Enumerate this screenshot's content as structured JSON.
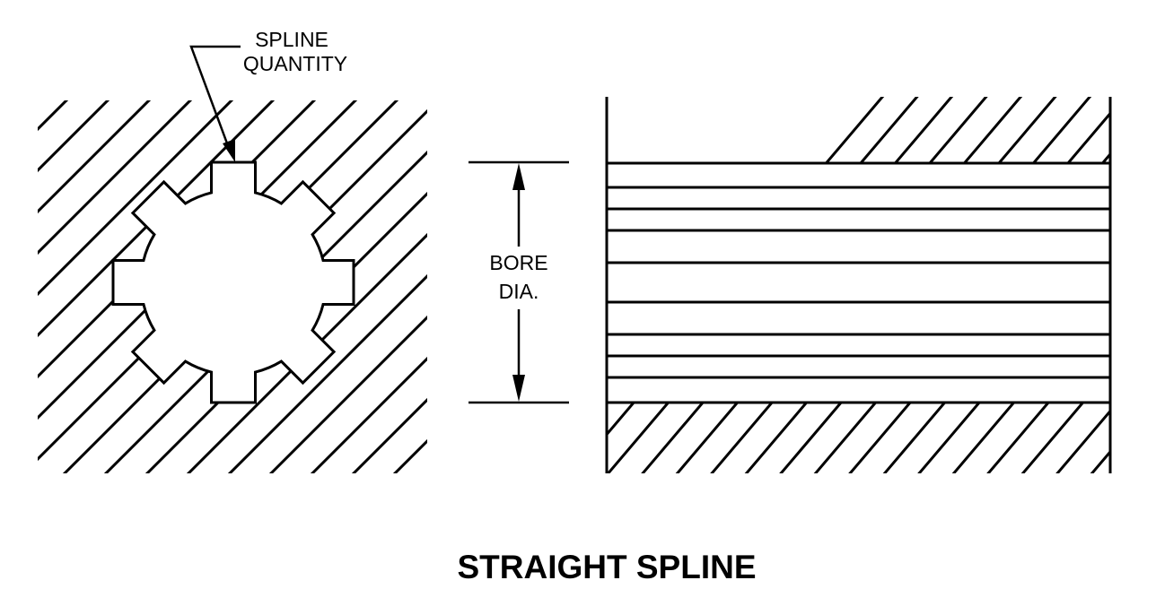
{
  "title": "STRAIGHT SPLINE",
  "leader_label": {
    "line1": "SPLINE",
    "line2": "QUANTITY"
  },
  "dimension_label": {
    "line1": "BORE",
    "line2": "DIA."
  },
  "spline": {
    "teeth": 8
  },
  "colors": {
    "ink": "#000000",
    "background": "#ffffff"
  }
}
